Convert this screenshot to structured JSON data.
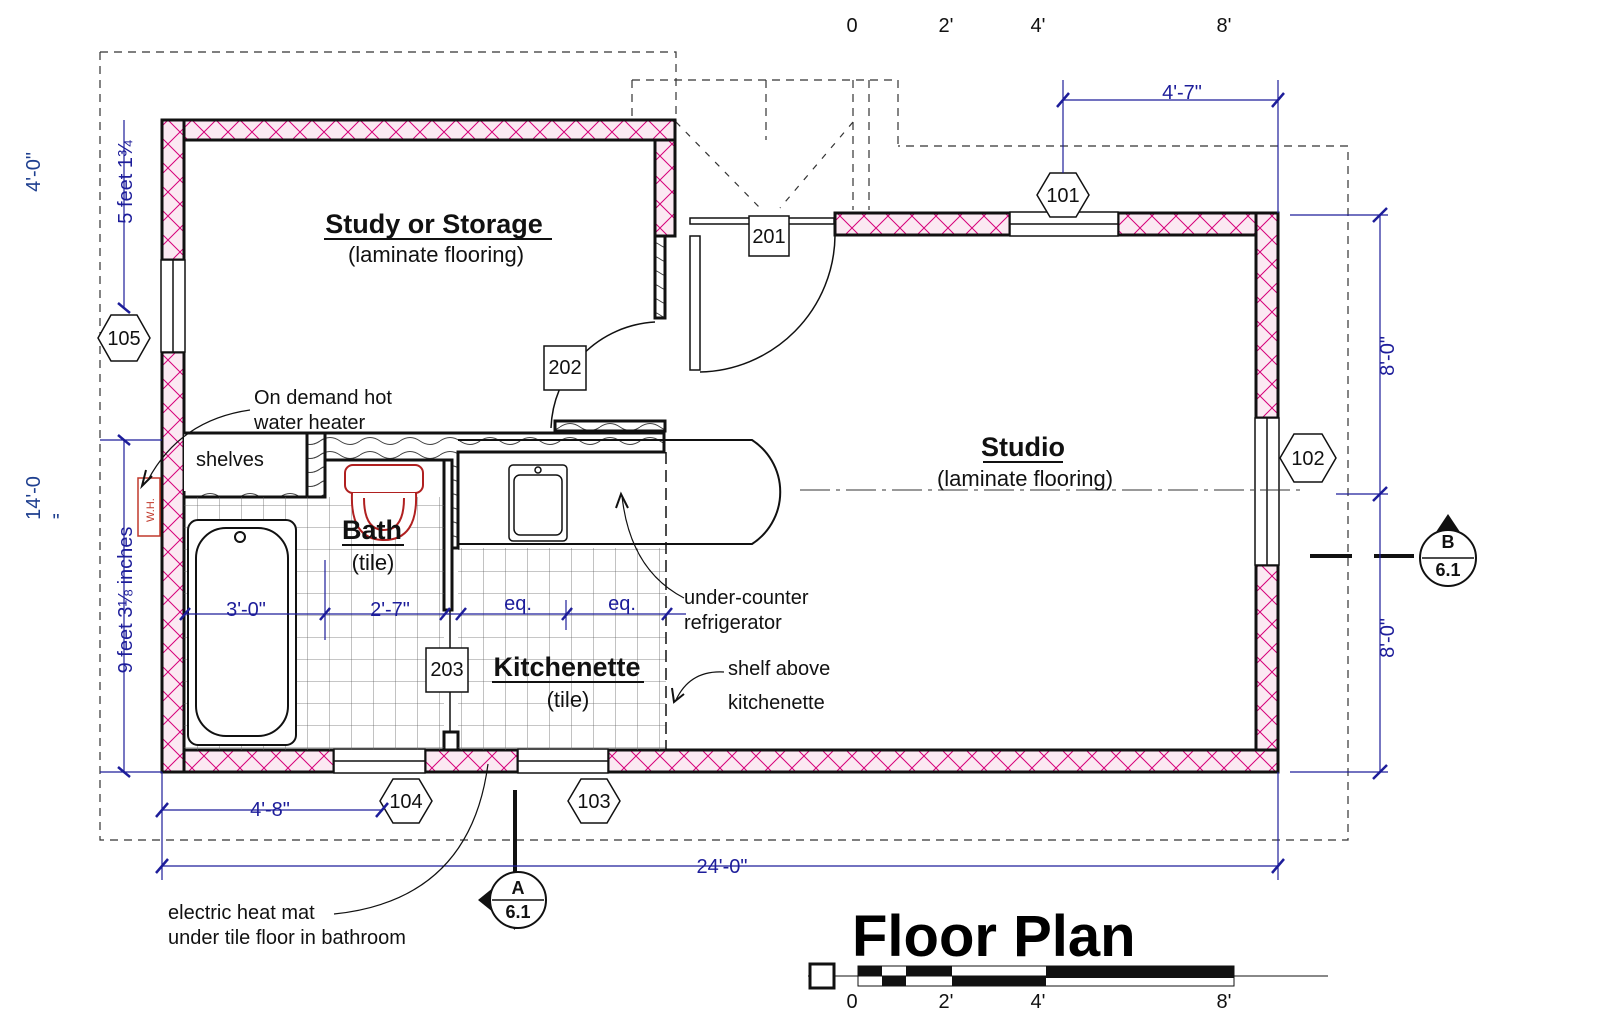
{
  "title": "Floor Plan",
  "rooms": {
    "study": {
      "name": "Study or Storage",
      "floor": "(laminate flooring)"
    },
    "studio": {
      "name": "Studio",
      "floor": "(laminate flooring)"
    },
    "bath": {
      "name": "Bath",
      "floor": "(tile)"
    },
    "kitchenette": {
      "name": "Kitchenette",
      "floor": "(tile)"
    },
    "shelves": "shelves"
  },
  "tags": {
    "windows": [
      "101",
      "102",
      "103",
      "104",
      "105"
    ],
    "doors": [
      "201",
      "202",
      "203"
    ],
    "water_heater": "W.H."
  },
  "sections": {
    "a": {
      "letter": "A",
      "sheet": "6.1"
    },
    "b": {
      "letter": "B",
      "sheet": "6.1"
    }
  },
  "dimensions": {
    "overall_width": "24'-0\"",
    "bath_left": "4'-8\"",
    "window_101": "4'-7\"",
    "studio_upper": "8'-0\"",
    "studio_lower": "8'-0\"",
    "tub": "3'-0\"",
    "bath_floor": "2'-7\"",
    "eq1": "eq.",
    "eq2": "eq.",
    "left_top": "4'-0\"",
    "left_overall": "14'-0",
    "left_overall_tick": "\"",
    "study_left": "5 feet 1¾",
    "bath_side": "9 feet 3⅛ inches"
  },
  "notes": {
    "water_heater": [
      "On demand hot",
      "water heater"
    ],
    "fridge": [
      "under-counter",
      "refrigerator"
    ],
    "shelf": [
      "shelf above",
      "kitchenette"
    ],
    "heat_mat": [
      "electric heat mat",
      "under tile floor in bathroom"
    ]
  },
  "scale": {
    "labels": [
      "0",
      "2'",
      "4'",
      "8'"
    ]
  },
  "colors": {
    "wall": "#111111",
    "insulation": "#d6007a",
    "dimension": "#1d1d9a",
    "dimension_alt": "#1e3f8f"
  }
}
